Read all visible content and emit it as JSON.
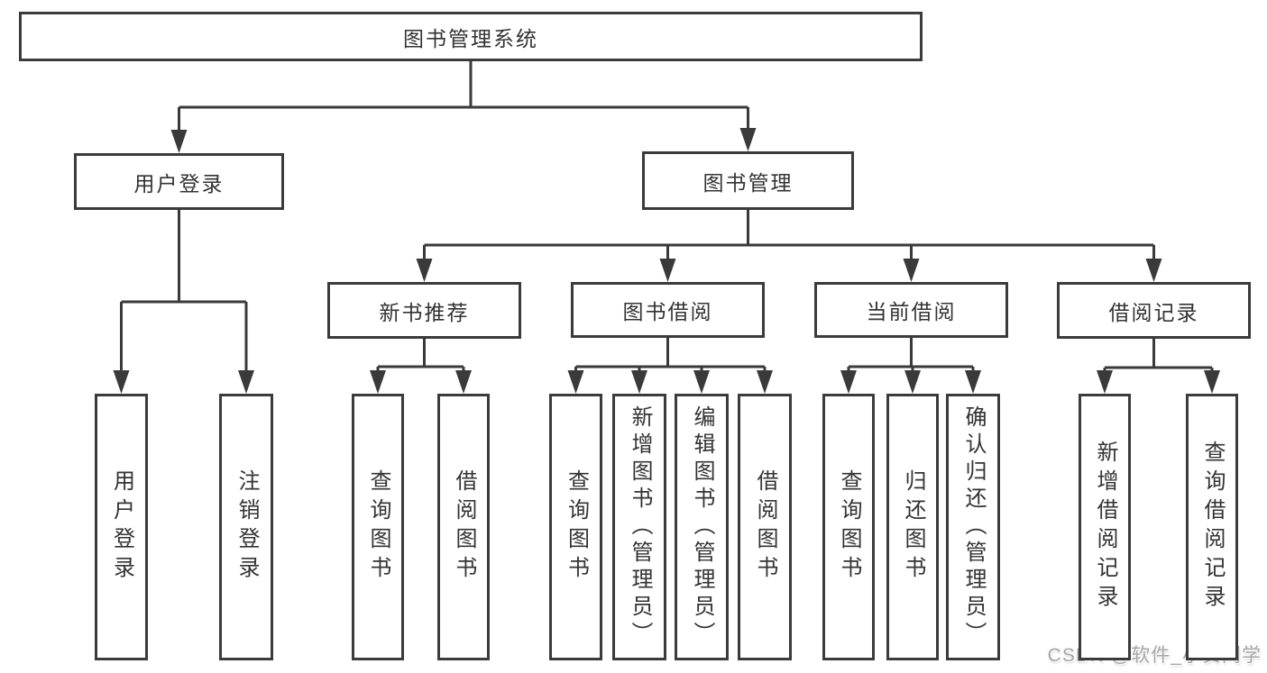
{
  "diagram": {
    "title": "图书管理系统",
    "watermark": "CSDN @软件_小贺同学",
    "colors": {
      "line": "#3a3a3a",
      "text": "#333333",
      "box_background": "#ffffff",
      "watermark": "#a6a6a6"
    },
    "nodes": [
      {
        "id": "root",
        "label": "图书管理系统",
        "level": 1,
        "parent": null
      },
      {
        "id": "user-login",
        "label": "用户登录",
        "level": 2,
        "parent": "root"
      },
      {
        "id": "book-mgmt",
        "label": "图书管理",
        "level": 2,
        "parent": "root"
      },
      {
        "id": "new-book-rec",
        "label": "新书推荐",
        "level": 3,
        "parent": "book-mgmt"
      },
      {
        "id": "book-borrow",
        "label": "图书借阅",
        "level": 3,
        "parent": "book-mgmt"
      },
      {
        "id": "current-borrow",
        "label": "当前借阅",
        "level": 3,
        "parent": "book-mgmt"
      },
      {
        "id": "borrow-records",
        "label": "借阅记录",
        "level": 3,
        "parent": "book-mgmt"
      },
      {
        "id": "leaf-user-login",
        "label": "用户登录",
        "level": 4,
        "parent": "user-login"
      },
      {
        "id": "leaf-logout",
        "label": "注销登录",
        "level": 4,
        "parent": "user-login"
      },
      {
        "id": "leaf-rec-query",
        "label": "查询图书",
        "level": 4,
        "parent": "new-book-rec"
      },
      {
        "id": "leaf-rec-borrow",
        "label": "借阅图书",
        "level": 4,
        "parent": "new-book-rec"
      },
      {
        "id": "leaf-bb-query",
        "label": "查询图书",
        "level": 4,
        "parent": "book-borrow"
      },
      {
        "id": "leaf-bb-add",
        "label": "新增图书（管理员）",
        "level": 4,
        "parent": "book-borrow"
      },
      {
        "id": "leaf-bb-edit",
        "label": "编辑图书（管理员）",
        "level": 4,
        "parent": "book-borrow"
      },
      {
        "id": "leaf-bb-borrow",
        "label": "借阅图书",
        "level": 4,
        "parent": "book-borrow"
      },
      {
        "id": "leaf-cb-query",
        "label": "查询图书",
        "level": 4,
        "parent": "current-borrow"
      },
      {
        "id": "leaf-cb-return",
        "label": "归还图书",
        "level": 4,
        "parent": "current-borrow"
      },
      {
        "id": "leaf-cb-confirm",
        "label": "确认归还（管理员）",
        "level": 4,
        "parent": "current-borrow"
      },
      {
        "id": "leaf-br-add",
        "label": "新增借阅记录",
        "level": 4,
        "parent": "borrow-records"
      },
      {
        "id": "leaf-br-query",
        "label": "查询借阅记录",
        "level": 4,
        "parent": "borrow-records"
      }
    ]
  }
}
